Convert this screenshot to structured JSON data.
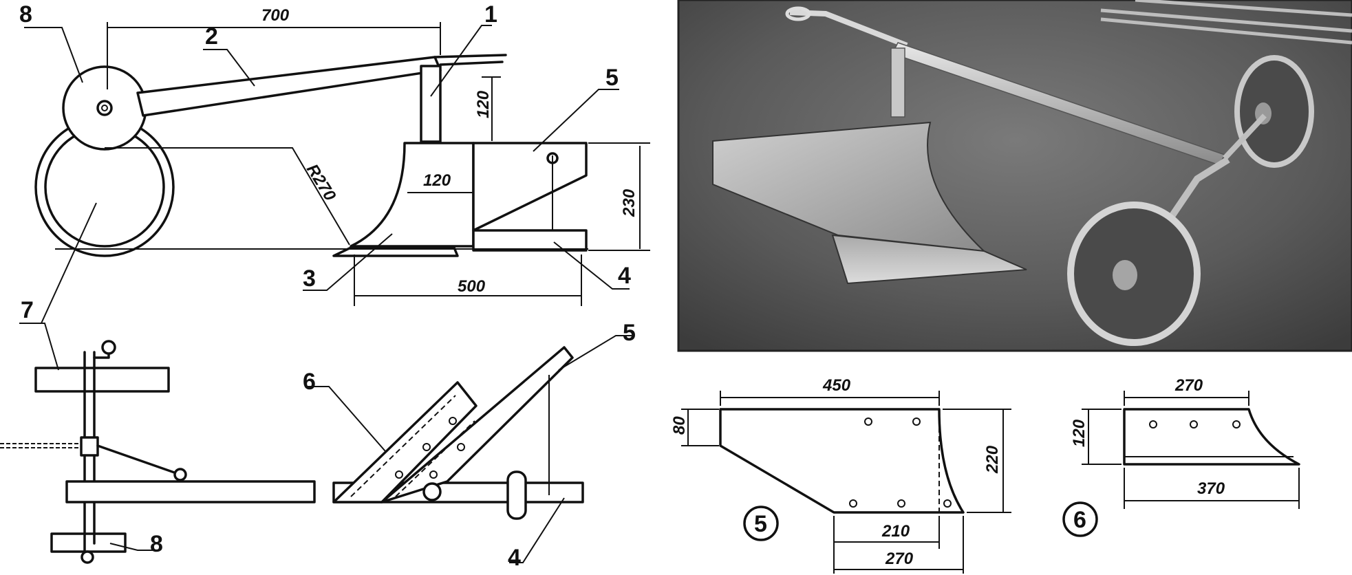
{
  "side_view": {
    "callouts": [
      "1",
      "2",
      "3",
      "4",
      "5",
      "7",
      "8"
    ],
    "dims": {
      "length": "700",
      "post": "120",
      "share": "120",
      "height": "230",
      "radius": "R270",
      "base": "500"
    }
  },
  "wheel_detail": {
    "callouts": [
      "7",
      "8"
    ]
  },
  "moldboard_view": {
    "callouts": [
      "4",
      "5",
      "6"
    ]
  },
  "part5": {
    "badge": "5",
    "dims": {
      "top": "450",
      "left": "80",
      "right": "220",
      "bottom_inner": "210",
      "bottom_outer": "270"
    }
  },
  "part6": {
    "badge": "6",
    "dims": {
      "top": "270",
      "left": "120",
      "bottom": "370"
    }
  }
}
